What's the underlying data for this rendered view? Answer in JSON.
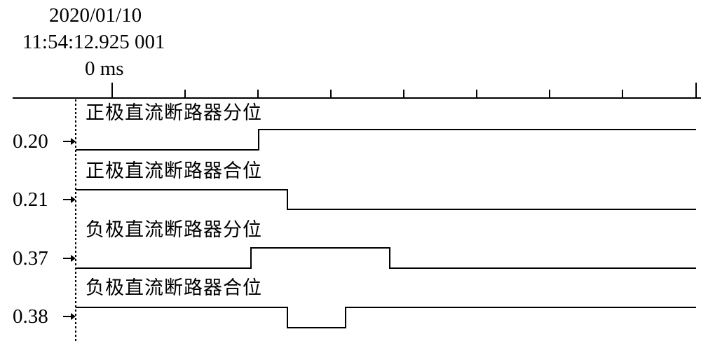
{
  "header": {
    "date": "2020/01/10",
    "time": "11:54:12.925 001",
    "zero_label": "0 ms"
  },
  "channels": [
    {
      "id": "0.20",
      "name": "正极直流断路器分位"
    },
    {
      "id": "0.21",
      "name": "正极直流断路器合位"
    },
    {
      "id": "0.37",
      "name": "负极直流断路器分位"
    },
    {
      "id": "0.38",
      "name": "负极直流断路器合位"
    }
  ],
  "colors": {
    "line": "#000000",
    "background": "#ffffff"
  }
}
